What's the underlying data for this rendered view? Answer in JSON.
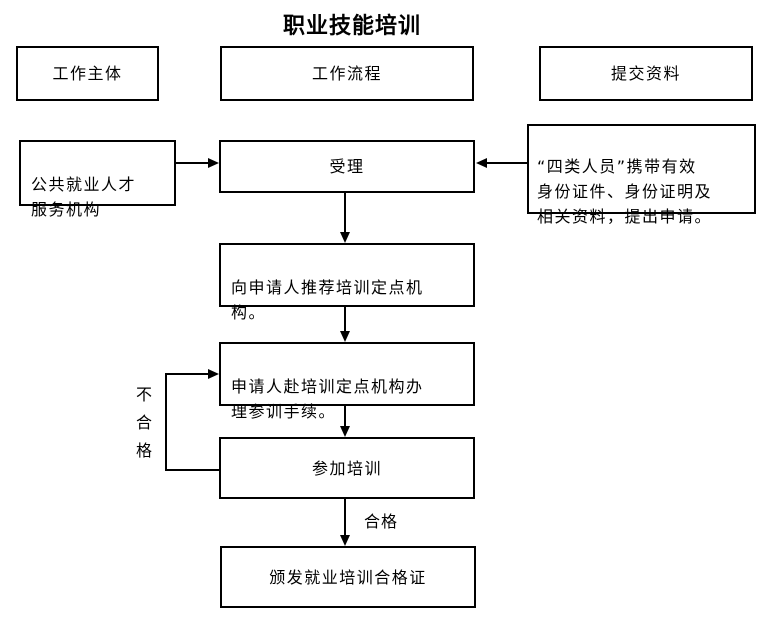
{
  "title": "职业技能培训",
  "headers": {
    "subject": "工作主体",
    "process": "工作流程",
    "materials": "提交资料"
  },
  "left_box": "公共就业人才\n服务机构",
  "right_box": "“四类人员”携带有效\n身份证件、身份证明及\n相关资料，提出申请。",
  "steps": [
    "受理",
    "向申请人推荐培训定点机\n构。",
    "申请人赴培训定点机构办\n理参训手续。",
    "参加培训",
    "颁发就业培训合格证"
  ],
  "labels": {
    "fail": "不合格",
    "pass": "合格"
  }
}
